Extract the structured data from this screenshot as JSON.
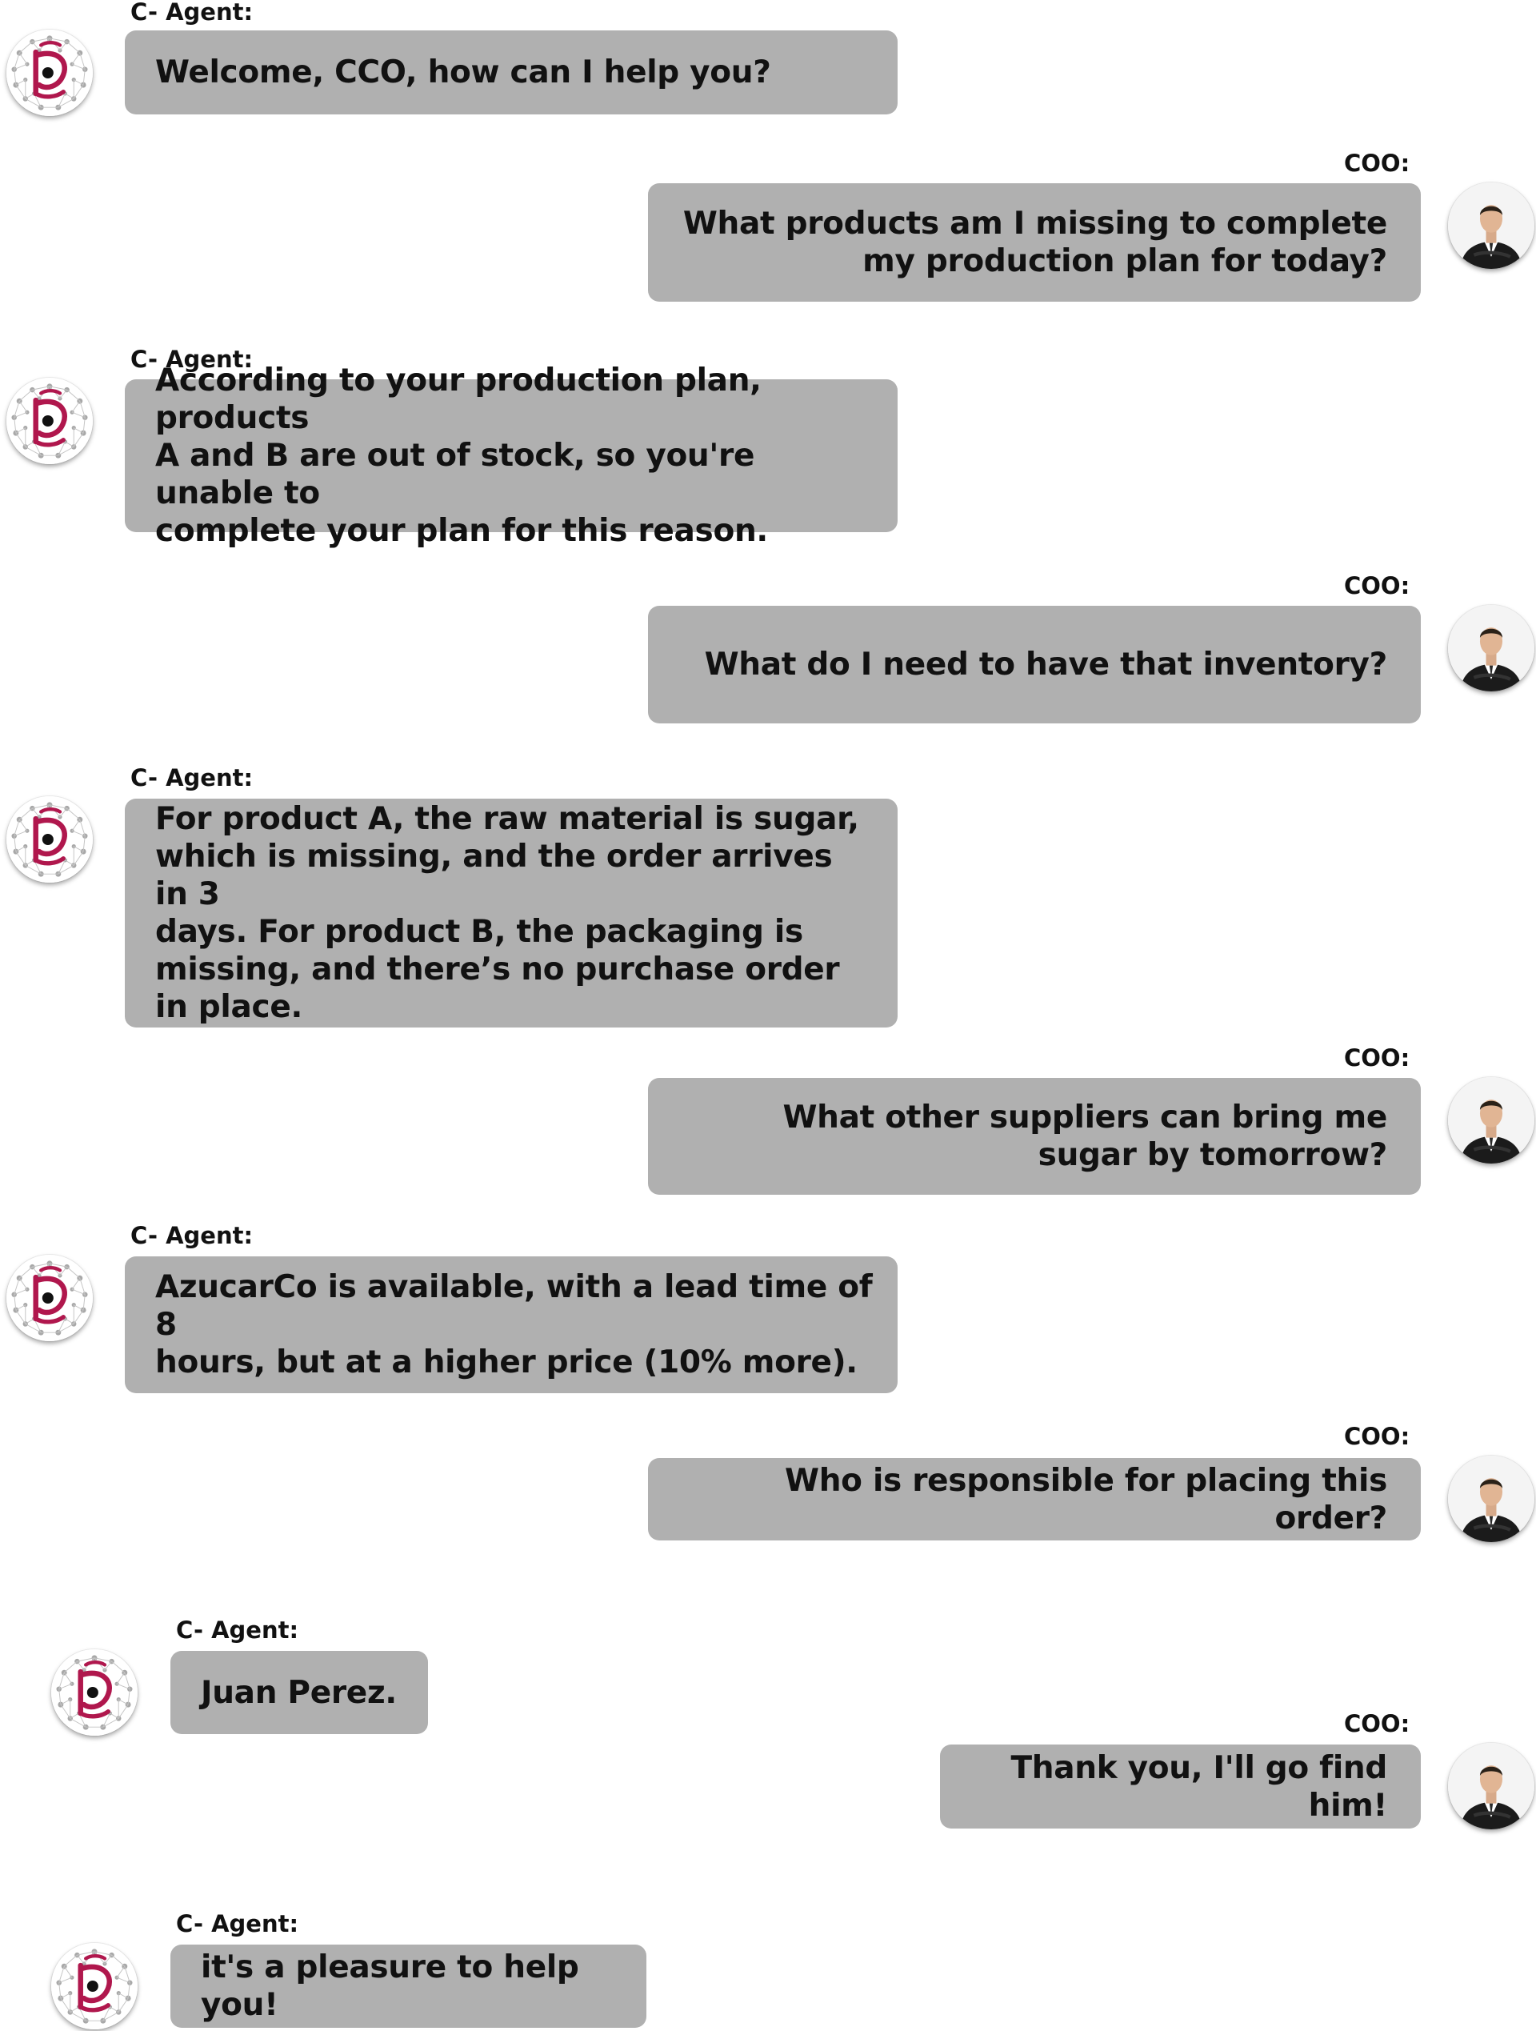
{
  "messages": [
    {
      "role": "agent",
      "speaker": "C- Agent:",
      "avatar_icon": "agent-logo-icon",
      "text": "Welcome, CCO, how can I help you?"
    },
    {
      "role": "user",
      "speaker": "COO:",
      "avatar_icon": "user-avatar-photo",
      "text": "What products am I missing to complete\nmy production plan for today?"
    },
    {
      "role": "agent",
      "speaker": "C- Agent:",
      "avatar_icon": "agent-logo-icon",
      "text": "According to your production plan, products\nA and B are out of stock, so you're unable to\ncomplete your plan for this reason."
    },
    {
      "role": "user",
      "speaker": "COO:",
      "avatar_icon": "user-avatar-photo",
      "text": "What do I need to have that inventory?"
    },
    {
      "role": "agent",
      "speaker": "C- Agent:",
      "avatar_icon": "agent-logo-icon",
      "text": "For product A, the raw material is sugar,\nwhich is missing, and the order arrives in 3\ndays. For product B, the packaging is\nmissing, and there’s no purchase order\nin place."
    },
    {
      "role": "user",
      "speaker": "COO:",
      "avatar_icon": "user-avatar-photo",
      "text": "What other suppliers can bring me\nsugar by tomorrow?"
    },
    {
      "role": "agent",
      "speaker": "C- Agent:",
      "avatar_icon": "agent-logo-icon",
      "text": "AzucarCo is available, with a lead time of 8\nhours, but at a higher price (10% more)."
    },
    {
      "role": "user",
      "speaker": "COO:",
      "avatar_icon": "user-avatar-photo",
      "text": "Who is responsible for placing this order?"
    },
    {
      "role": "agent",
      "speaker": "C- Agent:",
      "avatar_icon": "agent-logo-icon",
      "text": "Juan Perez."
    },
    {
      "role": "user",
      "speaker": "COO:",
      "avatar_icon": "user-avatar-photo",
      "text": "Thank you, I'll go find him!"
    },
    {
      "role": "agent",
      "speaker": "C- Agent:",
      "avatar_icon": "agent-logo-icon",
      "text": "it's a pleasure to help you!"
    }
  ],
  "colors": {
    "bubble": "#b0b0b0",
    "text": "#111111",
    "agent_accent": "#b0174d",
    "agent_dots": "#a8a8a8",
    "user_suit": "#1b1b1b"
  }
}
